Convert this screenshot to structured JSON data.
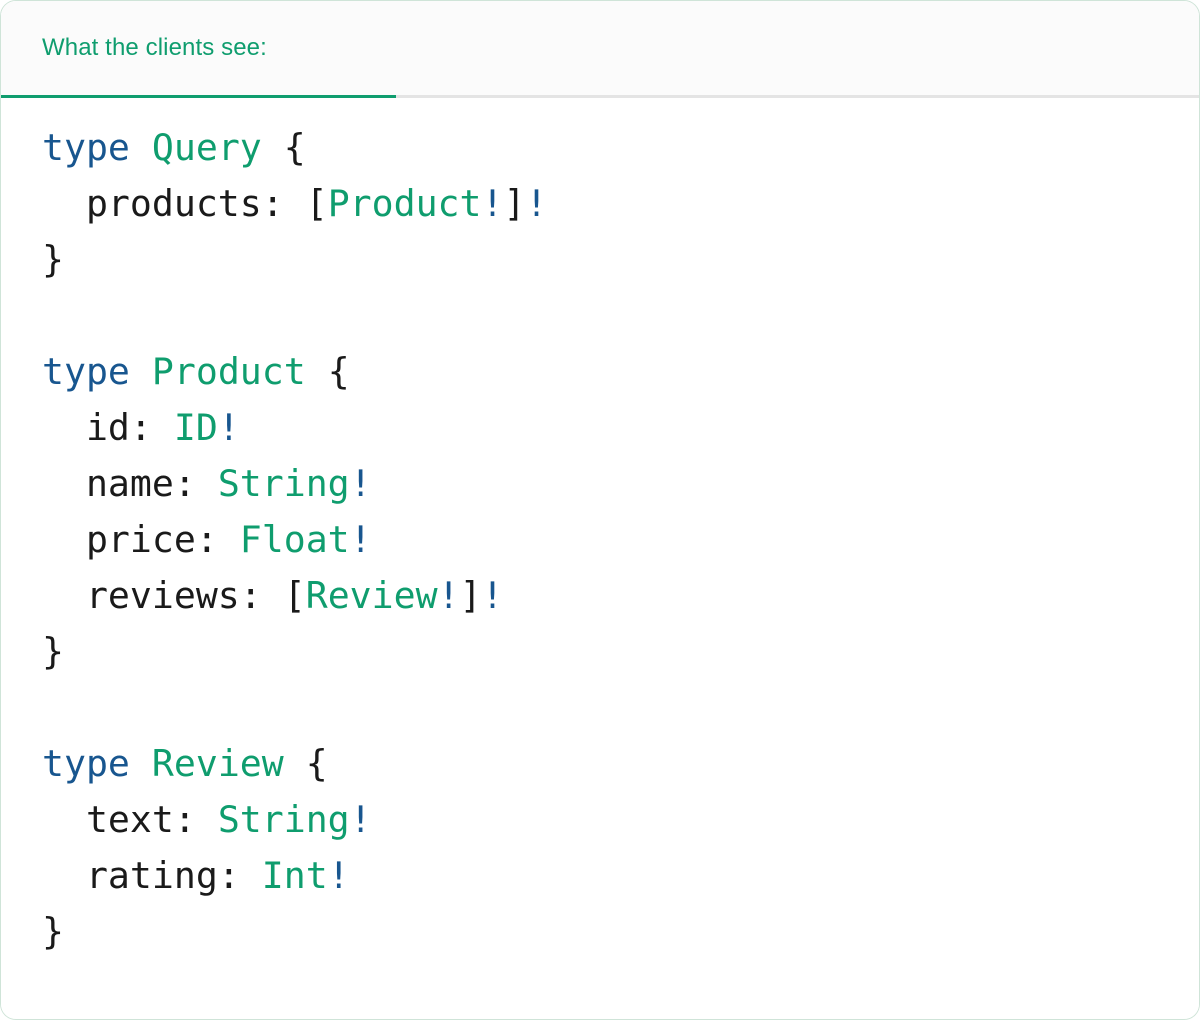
{
  "card": {
    "border_color": "#cfe4d8",
    "background": "#ffffff"
  },
  "tabs": {
    "active_index": 0,
    "strip_background": "#fbfbfb",
    "active_underline_color": "#0f9d6e",
    "inactive_border_color": "#e4e4e4",
    "items": [
      {
        "label": "What the clients see:"
      }
    ]
  },
  "colors": {
    "keyword_blue": "#18568f",
    "type_green": "#0f9d6e",
    "text_dark": "#1a1a1a",
    "bang_blue": "#18568f"
  },
  "code": {
    "language": "graphql",
    "raw": "type Query {\n  products: [Product!]!\n}\n\ntype Product {\n  id: ID!\n  name: String!\n  price: Float!\n  reviews: [Review!]!\n}\n\ntype Review {\n  text: String!\n  rating: Int!\n}",
    "lines": [
      {
        "n": 1,
        "text": "type Query {"
      },
      {
        "n": 2,
        "text": "  products: [Product!]!"
      },
      {
        "n": 3,
        "text": "}"
      },
      {
        "n": 4,
        "text": ""
      },
      {
        "n": 5,
        "text": "type Product {"
      },
      {
        "n": 6,
        "text": "  id: ID!"
      },
      {
        "n": 7,
        "text": "  name: String!"
      },
      {
        "n": 8,
        "text": "  price: Float!"
      },
      {
        "n": 9,
        "text": "  reviews: [Review!]!"
      },
      {
        "n": 10,
        "text": "}"
      },
      {
        "n": 11,
        "text": ""
      },
      {
        "n": 12,
        "text": "type Review {"
      },
      {
        "n": 13,
        "text": "  text: String!"
      },
      {
        "n": 14,
        "text": "  rating: Int!"
      },
      {
        "n": 15,
        "text": "}"
      }
    ],
    "tokens": [
      [
        {
          "t": "type",
          "c": "kw"
        },
        {
          "t": " ",
          "c": "plain"
        },
        {
          "t": "Query",
          "c": "type"
        },
        {
          "t": " ",
          "c": "plain"
        },
        {
          "t": "{",
          "c": "punct"
        }
      ],
      [
        {
          "t": "  products",
          "c": "field"
        },
        {
          "t": ": ",
          "c": "punct"
        },
        {
          "t": "[",
          "c": "punct"
        },
        {
          "t": "Product",
          "c": "type"
        },
        {
          "t": "!",
          "c": "bang"
        },
        {
          "t": "]",
          "c": "punct"
        },
        {
          "t": "!",
          "c": "bang"
        }
      ],
      [
        {
          "t": "}",
          "c": "punct"
        }
      ],
      [
        {
          "t": "",
          "c": "plain"
        }
      ],
      [
        {
          "t": "type",
          "c": "kw"
        },
        {
          "t": " ",
          "c": "plain"
        },
        {
          "t": "Product",
          "c": "type"
        },
        {
          "t": " ",
          "c": "plain"
        },
        {
          "t": "{",
          "c": "punct"
        }
      ],
      [
        {
          "t": "  id",
          "c": "field"
        },
        {
          "t": ": ",
          "c": "punct"
        },
        {
          "t": "ID",
          "c": "type"
        },
        {
          "t": "!",
          "c": "bang"
        }
      ],
      [
        {
          "t": "  name",
          "c": "field"
        },
        {
          "t": ": ",
          "c": "punct"
        },
        {
          "t": "String",
          "c": "type"
        },
        {
          "t": "!",
          "c": "bang"
        }
      ],
      [
        {
          "t": "  price",
          "c": "field"
        },
        {
          "t": ": ",
          "c": "punct"
        },
        {
          "t": "Float",
          "c": "type"
        },
        {
          "t": "!",
          "c": "bang"
        }
      ],
      [
        {
          "t": "  reviews",
          "c": "field"
        },
        {
          "t": ": ",
          "c": "punct"
        },
        {
          "t": "[",
          "c": "punct"
        },
        {
          "t": "Review",
          "c": "type"
        },
        {
          "t": "!",
          "c": "bang"
        },
        {
          "t": "]",
          "c": "punct"
        },
        {
          "t": "!",
          "c": "bang"
        }
      ],
      [
        {
          "t": "}",
          "c": "punct"
        }
      ],
      [
        {
          "t": "",
          "c": "plain"
        }
      ],
      [
        {
          "t": "type",
          "c": "kw"
        },
        {
          "t": " ",
          "c": "plain"
        },
        {
          "t": "Review",
          "c": "type"
        },
        {
          "t": " ",
          "c": "plain"
        },
        {
          "t": "{",
          "c": "punct"
        }
      ],
      [
        {
          "t": "  text",
          "c": "field"
        },
        {
          "t": ": ",
          "c": "punct"
        },
        {
          "t": "String",
          "c": "type"
        },
        {
          "t": "!",
          "c": "bang"
        }
      ],
      [
        {
          "t": "  rating",
          "c": "field"
        },
        {
          "t": ": ",
          "c": "punct"
        },
        {
          "t": "Int",
          "c": "type"
        },
        {
          "t": "!",
          "c": "bang"
        }
      ],
      [
        {
          "t": "}",
          "c": "punct"
        }
      ]
    ]
  }
}
